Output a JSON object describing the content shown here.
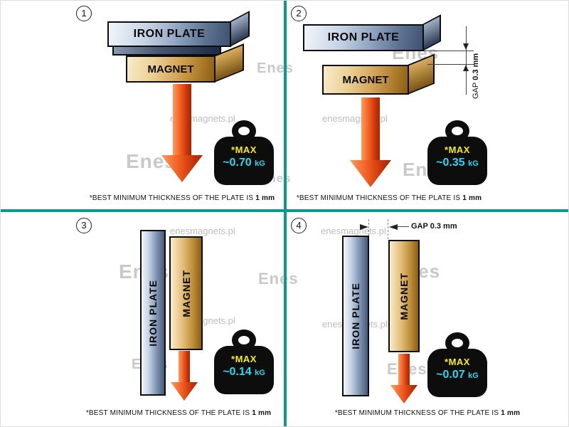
{
  "colors": {
    "divider_teal": "#0b9a8e",
    "arrow_red": "#e04a12",
    "weight_black": "#0d0d0d",
    "max_yellow": "#f8ef00",
    "value_cyan": "#2bd9ef"
  },
  "watermark": {
    "site": "enesmagnets.pl",
    "logo": "Enes"
  },
  "caption": {
    "text": "*BEST MINIMUM THICKNESS OF THE PLATE IS",
    "bold": "1 mm"
  },
  "panels": [
    {
      "number": "1",
      "plate": "IRON PLATE",
      "magnet": "MAGNET",
      "max": "*MAX",
      "value": "~0.70",
      "unit": "kG"
    },
    {
      "number": "2",
      "plate": "IRON PLATE",
      "magnet": "MAGNET",
      "gap_label": "GAP",
      "gap_value": "0.3 mm",
      "max": "*MAX",
      "value": "~0.35",
      "unit": "kG"
    },
    {
      "number": "3",
      "plate": "IRON PLATE",
      "magnet": "MAGNET",
      "max": "*MAX",
      "value": "~0.14",
      "unit": "kG"
    },
    {
      "number": "4",
      "plate": "IRON PLATE",
      "magnet": "MAGNET",
      "gap_label": "GAP",
      "gap_value": "0.3 mm",
      "max": "*MAX",
      "value": "~0.07",
      "unit": "kG"
    }
  ]
}
